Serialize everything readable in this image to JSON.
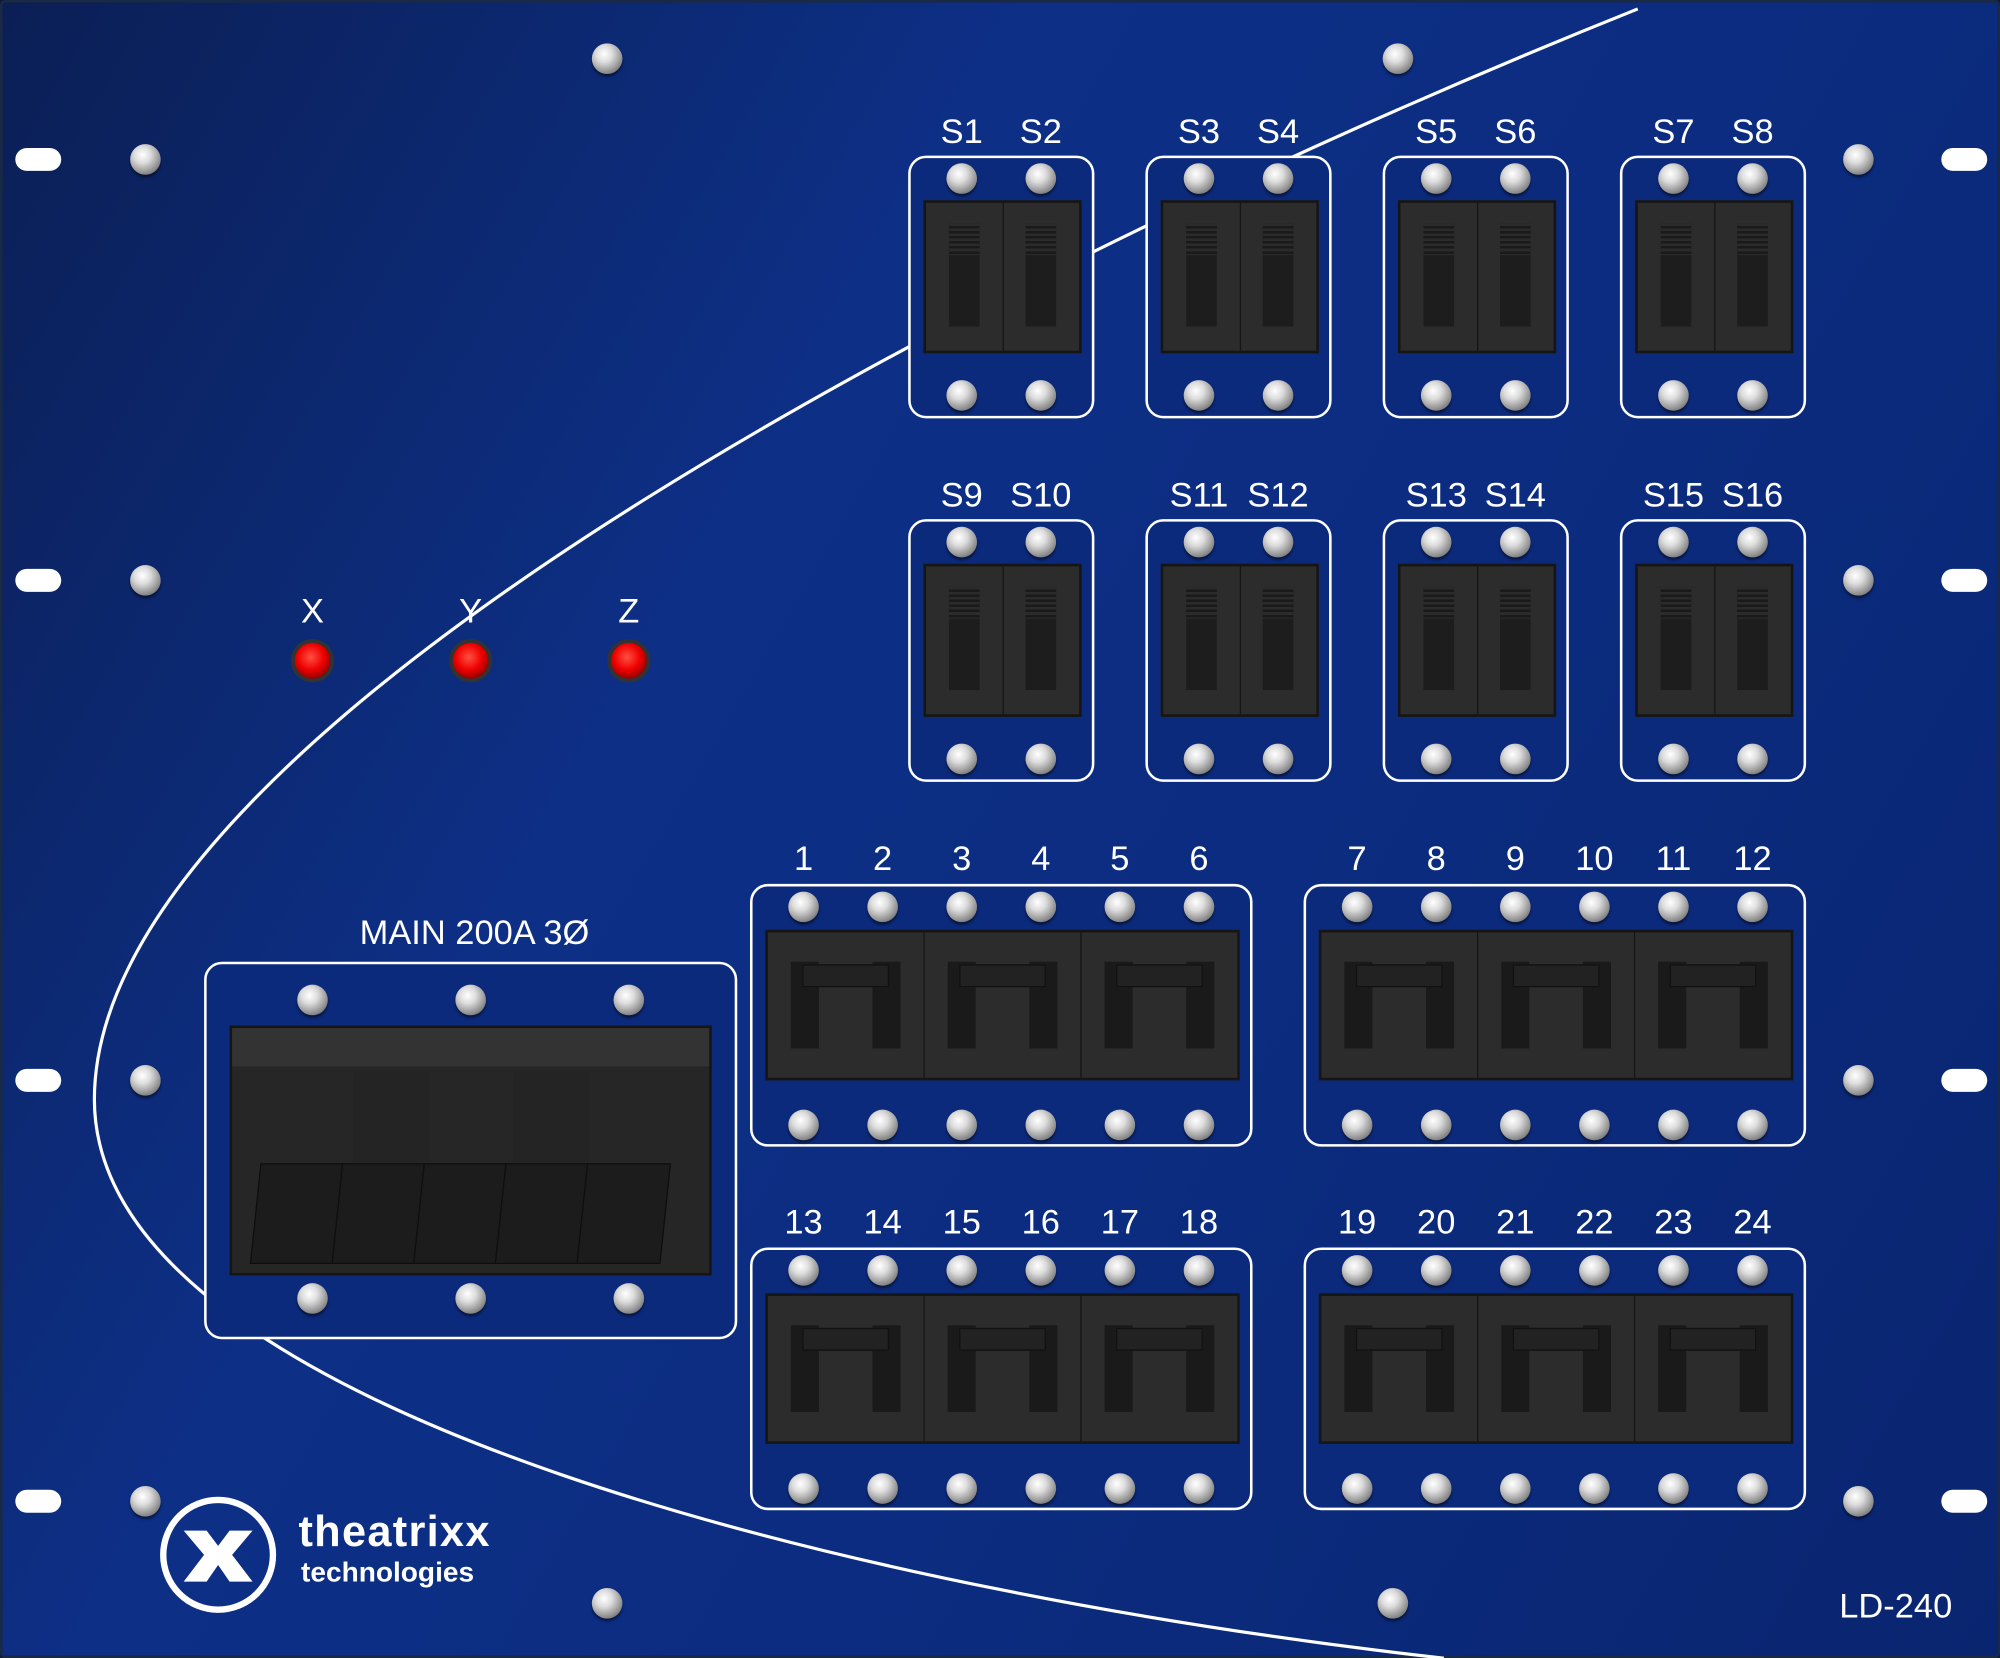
{
  "model": "LD-240",
  "brand": {
    "name": "theatrixx",
    "tagline": "technologies"
  },
  "main_breaker": {
    "label": "MAIN 200A 3Ø"
  },
  "phase_indicators": [
    {
      "label": "X",
      "color": "#ff2010"
    },
    {
      "label": "Y",
      "color": "#ff2010"
    },
    {
      "label": "Z",
      "color": "#ff2010"
    }
  ],
  "switch_groups": [
    {
      "labels": [
        "S1",
        "S2"
      ]
    },
    {
      "labels": [
        "S3",
        "S4"
      ]
    },
    {
      "labels": [
        "S5",
        "S6"
      ]
    },
    {
      "labels": [
        "S7",
        "S8"
      ]
    },
    {
      "labels": [
        "S9",
        "S10"
      ]
    },
    {
      "labels": [
        "S11",
        "S12"
      ]
    },
    {
      "labels": [
        "S13",
        "S14"
      ]
    },
    {
      "labels": [
        "S15",
        "S16"
      ]
    }
  ],
  "breaker_groups": [
    {
      "labels": [
        "1",
        "2",
        "3",
        "4",
        "5",
        "6"
      ]
    },
    {
      "labels": [
        "7",
        "8",
        "9",
        "10",
        "11",
        "12"
      ]
    },
    {
      "labels": [
        "13",
        "14",
        "15",
        "16",
        "17",
        "18"
      ]
    },
    {
      "labels": [
        "19",
        "20",
        "21",
        "22",
        "23",
        "24"
      ]
    }
  ]
}
